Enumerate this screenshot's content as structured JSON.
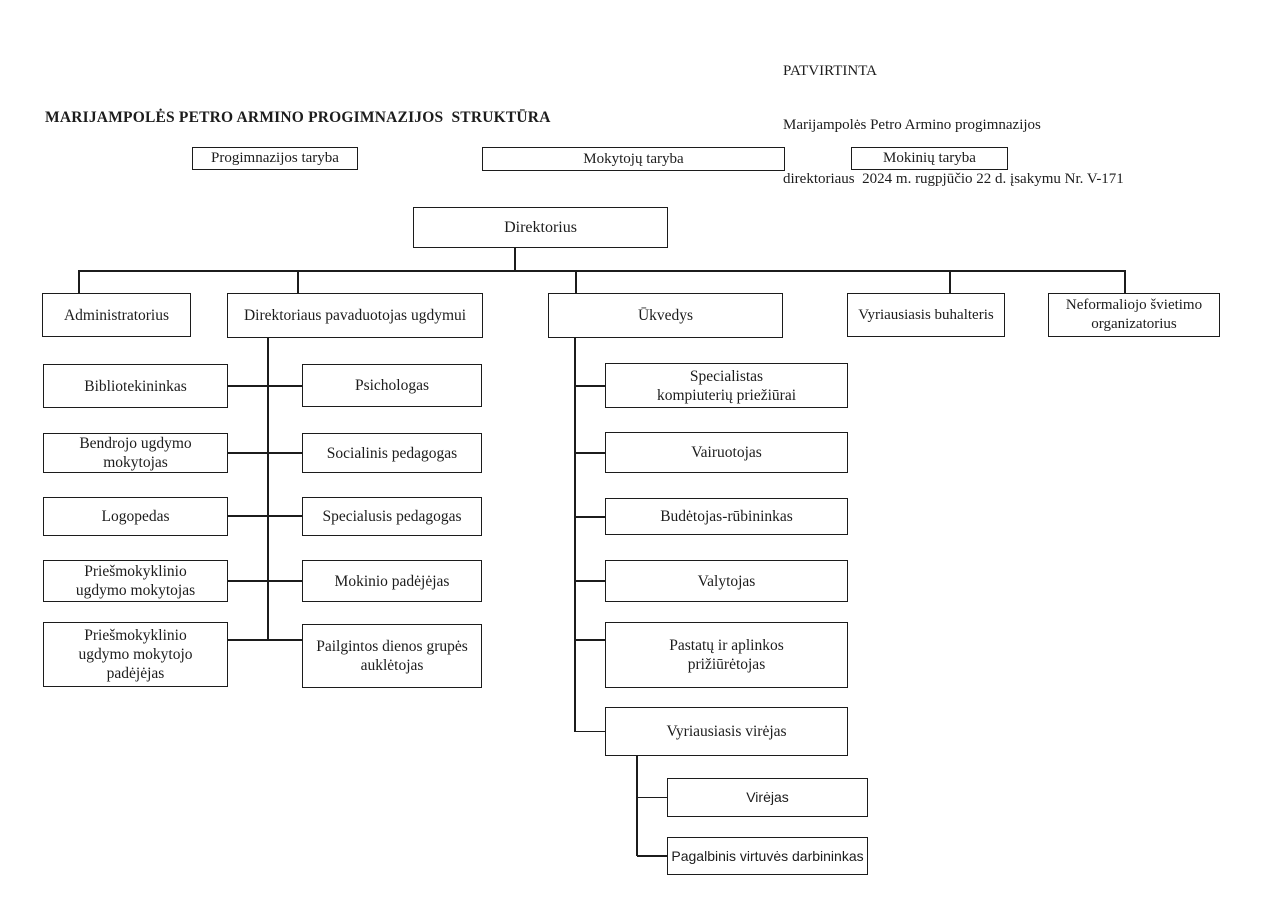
{
  "approval": {
    "line1": "PATVIRTINTA",
    "line2": "Marijampolės Petro Armino progimnazijos",
    "line3": "direktoriaus  2024 m. rugpjūčio 22 d. įsakymu Nr. V-171"
  },
  "title": "MARIJAMPOLĖS PETRO ARMINO PROGIMNAZIJOS  STRUKTŪRA",
  "councils": {
    "progimnazijos": "Progimnazijos taryba",
    "mokytoju": "Mokytojų taryba",
    "mokiniu": "Mokinių taryba"
  },
  "director": "Direktorius",
  "level2": {
    "administratorius": "Administratorius",
    "pavaduotojas": "Direktoriaus pavaduotojas ugdymui",
    "ukvedys": "Ūkvedys",
    "buhalteris": "Vyriausiasis buhalteris",
    "neformaliojo": "Neformaliojo švietimo\norganizatorius"
  },
  "pavaduotojas_left": {
    "bibliotekininkas": "Bibliotekininkas",
    "bendrojo": "Bendrojo ugdymo\nmokytojas",
    "logopedas": "Logopedas",
    "priesmokyklinio_mokytojas": "Priešmokyklinio\nugdymo mokytojas",
    "priesmokyklinio_padejejas": "Priešmokyklinio\nugdymo mokytojo\npadėjėjas"
  },
  "pavaduotojas_right": {
    "psichologas": "Psichologas",
    "socialinis": "Socialinis pedagogas",
    "specialusis": "Specialusis pedagogas",
    "mokinio_padejejas": "Mokinio padėjėjas",
    "pailgintos": "Pailgintos dienos grupės\nauklėtojas"
  },
  "ukvedys_children": {
    "specialistas": "Specialistas\nkompiuterių priežiūrai",
    "vairuotojas": "Vairuotojas",
    "budetojas": "Budėtojas-rūbininkas",
    "valytojas": "Valytojas",
    "pastatu": "Pastatų ir aplinkos\nprižiūrėtojas",
    "vyr_virejas": "Vyriausiasis virėjas"
  },
  "kitchen": {
    "virejas": "Virėjas",
    "pagalbinis": "Pagalbinis virtuvės darbininkas"
  },
  "colors": {
    "ink": "#1c1c1c",
    "background": "#ffffff"
  }
}
